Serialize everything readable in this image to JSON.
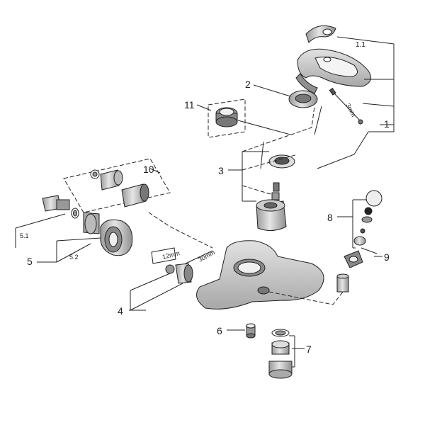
{
  "diagram": {
    "labels": {
      "p1": "1",
      "p1_1": "1.1",
      "p2": "2",
      "p3": "3",
      "p4": "4",
      "p5": "5",
      "p5_1": "5.1",
      "p5_2": "5.2",
      "p6": "6",
      "p7": "7",
      "p8": "8",
      "p9": "9",
      "p10": "10",
      "p11": "11",
      "dim_3mm": "3mm",
      "dim_12mm": "12mm",
      "dim_30mm": "30mm"
    },
    "colors": {
      "line": "#222222",
      "part_fill": "#d9d9d9",
      "part_dark": "#8a8a8a",
      "part_shadow": "#b5b5b5",
      "background": "#ffffff"
    }
  }
}
